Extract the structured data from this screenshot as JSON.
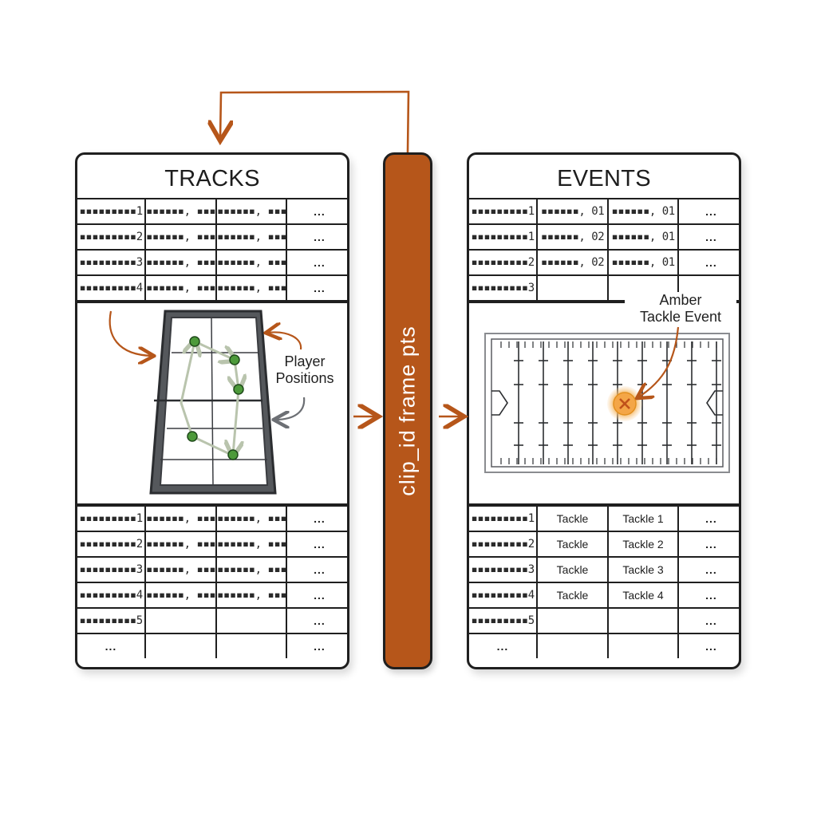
{
  "join": {
    "label": "clip_id frame pts"
  },
  "tracks": {
    "title": "TRACKS",
    "top_rows": [
      [
        "▪▪▪▪▪▪▪▪▪1",
        "▪▪▪▪▪▪, ▪▪▪",
        "▪▪▪▪▪▪, ▪▪▪",
        "..."
      ],
      [
        "▪▪▪▪▪▪▪▪▪2",
        "▪▪▪▪▪▪, ▪▪▪",
        "▪▪▪▪▪▪, ▪▪▪",
        "..."
      ],
      [
        "▪▪▪▪▪▪▪▪▪3",
        "▪▪▪▪▪▪, ▪▪▪",
        "▪▪▪▪▪▪, ▪▪▪",
        "..."
      ],
      [
        "▪▪▪▪▪▪▪▪▪4",
        "▪▪▪▪▪▪, ▪▪▪",
        "▪▪▪▪▪▪, ▪▪▪",
        "..."
      ]
    ],
    "callout": "Player\nPositions",
    "bottom_rows": [
      [
        "▪▪▪▪▪▪▪▪▪1",
        "▪▪▪▪▪▪, ▪▪▪",
        "▪▪▪▪▪▪, ▪▪▪",
        "..."
      ],
      [
        "▪▪▪▪▪▪▪▪▪2",
        "▪▪▪▪▪▪, ▪▪▪",
        "▪▪▪▪▪▪, ▪▪▪",
        "..."
      ],
      [
        "▪▪▪▪▪▪▪▪▪3",
        "▪▪▪▪▪▪, ▪▪▪",
        "▪▪▪▪▪▪, ▪▪▪",
        "..."
      ],
      [
        "▪▪▪▪▪▪▪▪▪4",
        "▪▪▪▪▪▪, ▪▪▪",
        "▪▪▪▪▪▪, ▪▪▪",
        "..."
      ],
      [
        "▪▪▪▪▪▪▪▪▪5",
        "",
        "",
        "..."
      ],
      [
        "...",
        "",
        "",
        "..."
      ]
    ]
  },
  "events": {
    "title": "EVENTS",
    "top_rows": [
      [
        "▪▪▪▪▪▪▪▪▪1",
        "▪▪▪▪▪▪, 01",
        "▪▪▪▪▪▪, 01",
        "..."
      ],
      [
        "▪▪▪▪▪▪▪▪▪1",
        "▪▪▪▪▪▪, 02",
        "▪▪▪▪▪▪, 01",
        "..."
      ],
      [
        "▪▪▪▪▪▪▪▪▪2",
        "▪▪▪▪▪▪, 02",
        "▪▪▪▪▪▪, 01",
        "..."
      ],
      [
        "▪▪▪▪▪▪▪▪▪3",
        "",
        "",
        ""
      ]
    ],
    "callout": "Amber\nTackle Event",
    "bottom_rows": [
      [
        "▪▪▪▪▪▪▪▪▪1",
        "Tackle",
        "Tackle 1",
        "..."
      ],
      [
        "▪▪▪▪▪▪▪▪▪2",
        "Tackle",
        "Tackle 2",
        "..."
      ],
      [
        "▪▪▪▪▪▪▪▪▪3",
        "Tackle",
        "Tackle 3",
        "..."
      ],
      [
        "▪▪▪▪▪▪▪▪▪4",
        "Tackle",
        "Tackle 4",
        "..."
      ],
      [
        "▪▪▪▪▪▪▪▪▪5",
        "",
        "",
        "..."
      ],
      [
        "...",
        "",
        "",
        "..."
      ]
    ]
  },
  "colors": {
    "accent": "#b6561a",
    "marker": "#4d9a3a",
    "amber": "#f2a33a",
    "outline": "#1f1f1f",
    "court": "#55585c"
  }
}
